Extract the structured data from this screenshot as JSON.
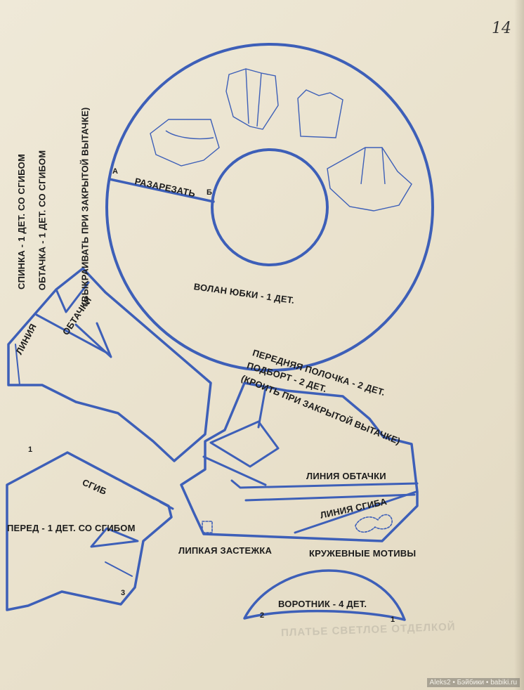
{
  "page_number": "14",
  "labels": {
    "spinka": "СПИНКА - 1 ДЕТ. СО СГИБОМ",
    "obtachka": "ОБТАЧКА - 1 ДЕТ. СО СГИБОМ",
    "vykraivat": "(ВЫКРАИВАТЬ ПРИ ЗАКРЫТОЙ ВЫТАЧКЕ)",
    "liniya": "ЛИНИЯ",
    "obtachki": "ОБТАЧКИ",
    "point_a": "А",
    "razrezat": "РАЗАРЕЗАТЬ",
    "point_b": "Б",
    "volan": "ВОЛАН ЮБКИ - 1 ДЕТ.",
    "perednyaya": "ПЕРЕДНЯЯ ПОЛОЧКА - 2 ДЕТ.",
    "podbort": "ПОДБОРТ - 2 ДЕТ.",
    "kroit": "(КРОИТЬ ПРИ ЗАКРЫТОЙ ВЫТАЧКЕ)",
    "liniya_obtachki": "ЛИНИЯ ОБТАЧКИ",
    "liniya_sgiba": "ЛИНИЯ СГИБА",
    "lipkaya": "ЛИПКАЯ ЗАСТЕЖКА",
    "kruzhevnye": "КРУЖЕВНЫЕ МОТИВЫ",
    "sgib": "СГИБ",
    "pered": "ПЕРЕД - 1 ДЕТ. СО СГИБОМ",
    "num_1_front": "1",
    "num_3_front": "3",
    "vorotnik": "ВОРОТНИК - 4 ДЕТ.",
    "num_2_collar": "2",
    "num_1_collar": "1",
    "ghost_text": "ПЛАТЬЕ СВЕТЛОЕ ОТДЕЛКОЙ",
    "watermark": "Aleks2 • Бэйбики • babiki.ru"
  },
  "colors": {
    "pattern_line": "#3d5fb8",
    "text": "#1c1c1c",
    "paper": "#ece5d2"
  }
}
